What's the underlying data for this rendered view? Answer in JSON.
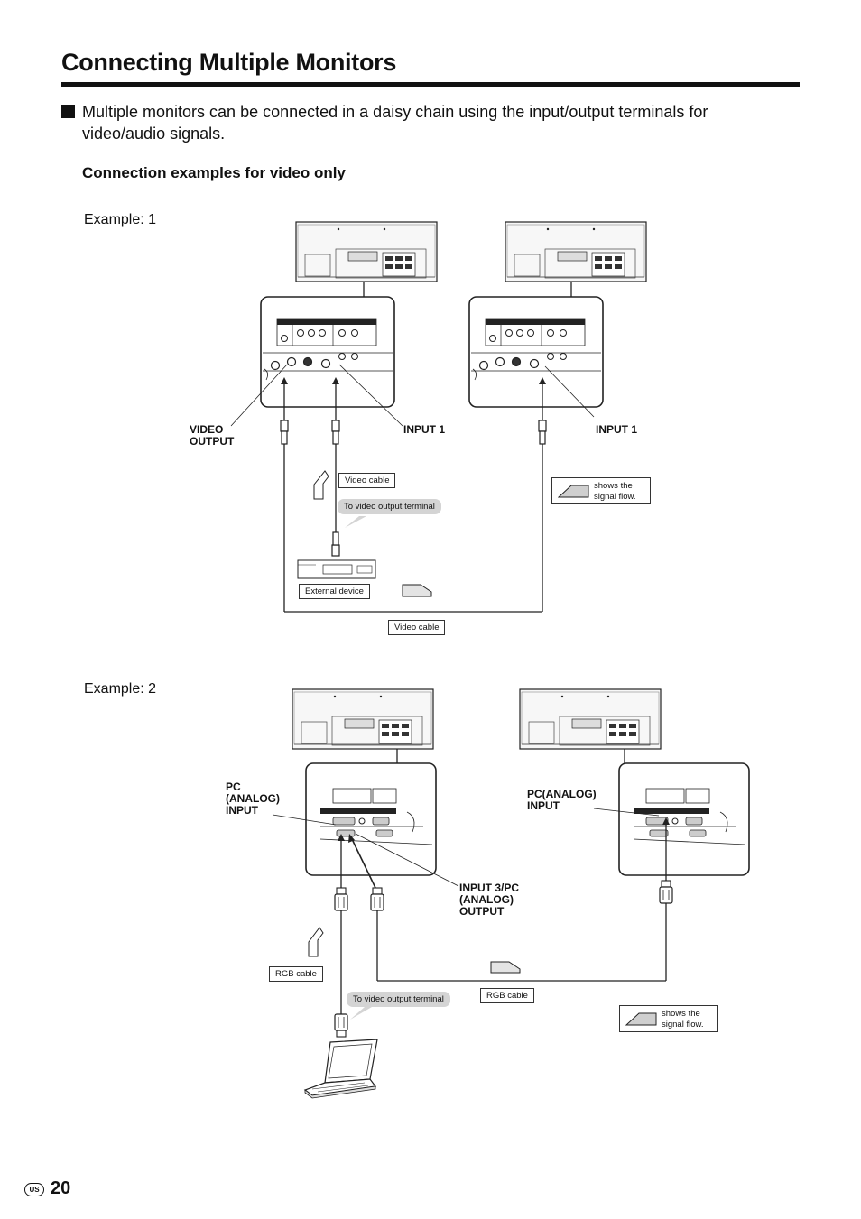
{
  "page": {
    "title": "Connecting Multiple Monitors",
    "intro": "Multiple monitors can be connected in a daisy chain using the input/output terminals for video/audio signals.",
    "subheading": "Connection examples for video only"
  },
  "example1": {
    "label": "Example: 1",
    "video_output_label": "VIDEO\nOUTPUT",
    "input1_left_label": "INPUT 1",
    "input1_right_label": "INPUT 1",
    "video_cable_top": "Video cable",
    "bubble": "To video output terminal",
    "external_device": "External device",
    "video_cable_bottom": "Video cable",
    "legend": "shows the\nsignal flow."
  },
  "example2": {
    "label": "Example: 2",
    "pc_analog_input_left": "PC\n(ANALOG)\nINPUT",
    "pc_analog_input_right": "PC(ANALOG)\nINPUT",
    "input3_output": "INPUT 3/PC\n(ANALOG)\nOUTPUT",
    "rgb_cable_left": "RGB cable",
    "bubble": "To video output terminal",
    "rgb_cable_right": "RGB cable",
    "legend": "shows the\nsignal flow."
  },
  "footer": {
    "region_badge": "US",
    "page_number": "20"
  }
}
